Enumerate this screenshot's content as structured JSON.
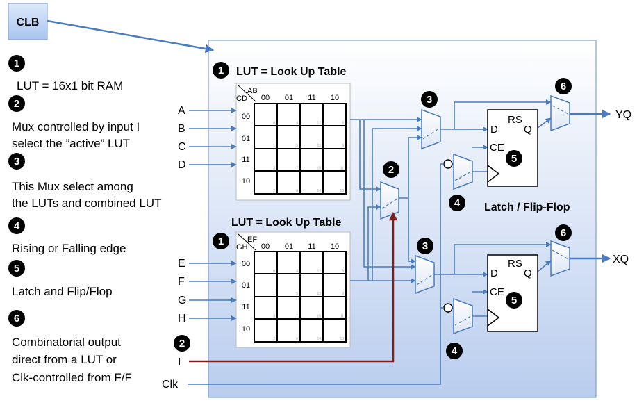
{
  "clb_label": "CLB",
  "legend": [
    {
      "num": "1",
      "lines": [
        "LUT = 16x1 bit RAM"
      ]
    },
    {
      "num": "2",
      "lines": [
        "Mux controlled by input I",
        "select the ”active” LUT"
      ]
    },
    {
      "num": "3",
      "lines": [
        "This Mux select among",
        "the LUTs and combined LUT"
      ]
    },
    {
      "num": "4",
      "lines": [
        "Rising or Falling edge"
      ]
    },
    {
      "num": "5",
      "lines": [
        "Latch and Flip/Flop"
      ]
    },
    {
      "num": "6",
      "lines": [
        "Combinatorial output",
        "direct from a LUT or",
        "Clk-controlled from F/F"
      ]
    }
  ],
  "lut_top": {
    "badge": "1",
    "title": "LUT = Look Up Table",
    "col_var": "AB",
    "row_var": "CD",
    "cols": [
      "00",
      "01",
      "11",
      "10"
    ],
    "rows": [
      "00",
      "01",
      "11",
      "10"
    ],
    "inputs": [
      "A",
      "B",
      "C",
      "D"
    ]
  },
  "lut_bottom": {
    "badge": "1",
    "title": "LUT = Look Up Table",
    "col_var": "EF",
    "row_var": "GH",
    "cols": [
      "00",
      "01",
      "11",
      "10"
    ],
    "rows": [
      "00",
      "01",
      "11",
      "10"
    ],
    "inputs": [
      "E",
      "F",
      "G",
      "H"
    ]
  },
  "cell_indices": [
    "0",
    "4",
    "12",
    "8",
    "1",
    "5",
    "13",
    "9",
    "3",
    "7",
    "15",
    "11",
    "2",
    "6",
    "14",
    "10"
  ],
  "mux_badges": {
    "mux2": "2",
    "mux3_top": "3",
    "mux3_bottom": "3",
    "mux6_top": "6",
    "mux6_bottom": "6",
    "inv4_top": "4",
    "inv4_bottom": "4"
  },
  "flipflop": {
    "d": "D",
    "rs": "RS",
    "q": "Q",
    "ce": "CE",
    "badge": "5"
  },
  "latch_label": "Latch / Flip-Flop",
  "outputs": {
    "top": "YQ",
    "bottom": "XQ"
  },
  "control_inputs": {
    "i_badge": "2",
    "i": "I",
    "clk": "Clk"
  },
  "colors": {
    "wire": "#4a7dbf",
    "panel_top": "#ffffff",
    "panel_bottom": "#b9cdee",
    "i_wire": "#7a2020",
    "badge": "#000000"
  }
}
